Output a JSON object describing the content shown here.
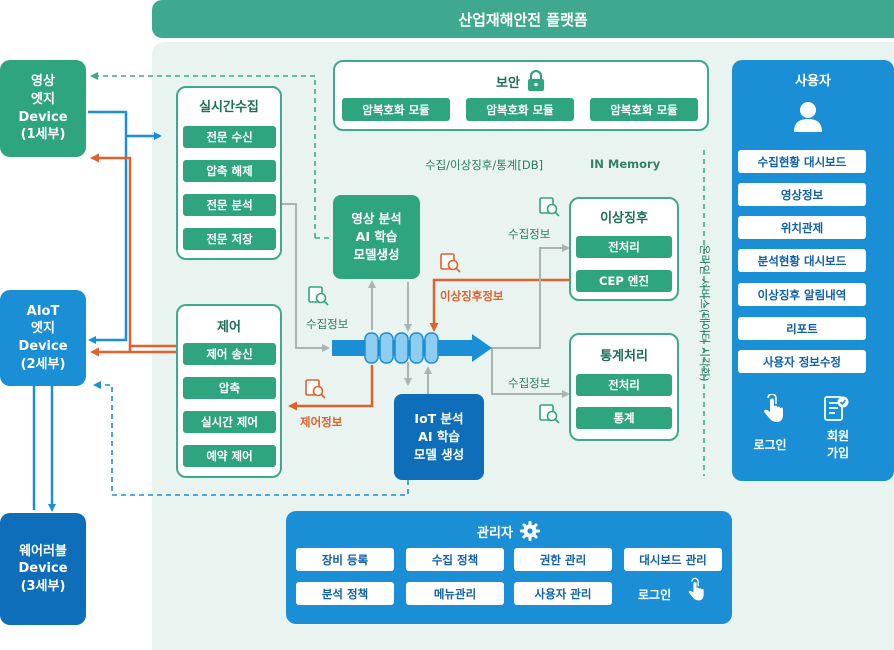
{
  "platform_title": "산업재해안전 플랫폼",
  "devices": {
    "video_edge": "영상\n엣지\nDevice\n(1세부)",
    "aiot_edge": "AIoT\n엣지\nDevice\n(2세부)",
    "wearable": "웨어러블\nDevice\n(3세부)"
  },
  "security": {
    "title": "보안",
    "modules": [
      "암복호화 모듈",
      "암복호화 모듈",
      "암복호화 모듈"
    ]
  },
  "realtime": {
    "title": "실시간수집",
    "items": [
      "전문 수신",
      "압축 해제",
      "전문 분석",
      "전문 저장"
    ]
  },
  "control": {
    "title": "제어",
    "items": [
      "제어 송신",
      "압축",
      "실시간 제어",
      "예약 제어"
    ]
  },
  "models": {
    "video": "영상 분석\nAI 학습\n모델생성",
    "iot": "IoT 분석\nAI 학습\n모델 생성"
  },
  "storage": {
    "db": "수집/이상징후/통계[DB]",
    "memory": "IN Memory"
  },
  "anomaly": {
    "title": "이상징후",
    "items": [
      "전처리",
      "CEP 엔진"
    ]
  },
  "stats": {
    "title": "통계처리",
    "items": [
      "전처리",
      "통계"
    ]
  },
  "flow_labels": {
    "collect_info": "수집정보",
    "anomaly_info": "이상징후정보",
    "control_info": "제어정보"
  },
  "online_service": "온라인 서비스(데이터 시각화)",
  "user": {
    "title": "사용자",
    "items": [
      "수집현황 대시보드",
      "영상정보",
      "위치관제",
      "분석현황 대시보드",
      "이상징후 알림내역",
      "리포트",
      "사용자 정보수정"
    ],
    "login": "로그인",
    "signup": "회원\n가입"
  },
  "admin": {
    "title": "관리자",
    "items": [
      "장비 등록",
      "수집 정책",
      "권한 관리",
      "대시보드 관리",
      "분석 정책",
      "메뉴관리",
      "사용자 관리"
    ],
    "login": "로그인"
  },
  "colors": {
    "green": "#2fa57f",
    "blue": "#1b8fd6",
    "dark_blue": "#0e6eb9",
    "orange": "#e0612a"
  }
}
